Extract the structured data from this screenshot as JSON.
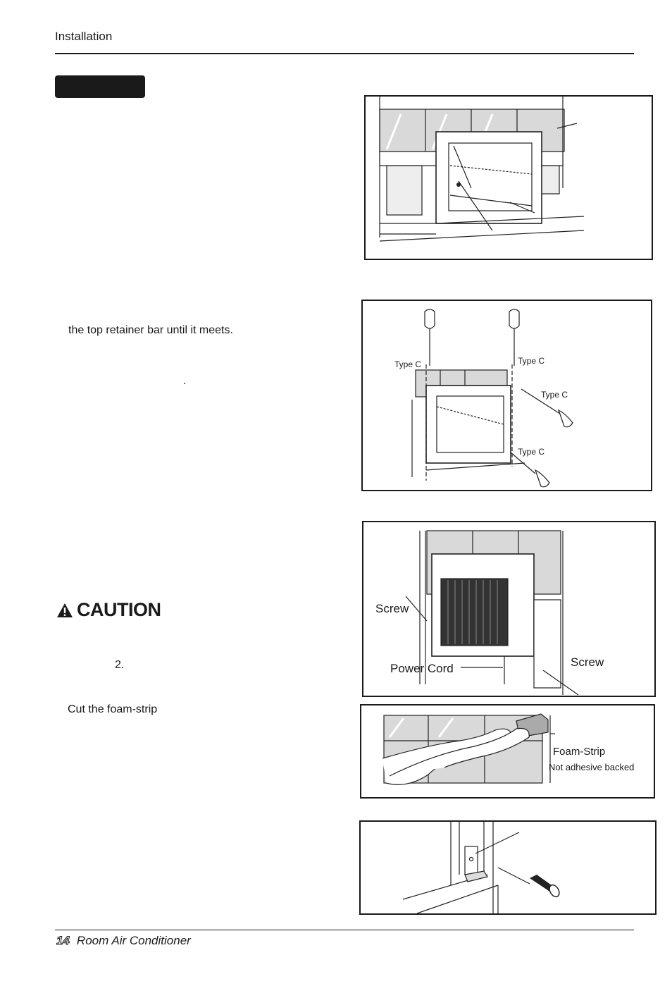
{
  "header": {
    "section": "Installation"
  },
  "steps": {
    "text_top_retainer": "the top retainer bar until it meets.",
    "text_period": ".",
    "caution_title": "CAUTION",
    "text_number_2": "2.",
    "text_cut_foam": "Cut the foam-strip"
  },
  "figures": {
    "fig2": {
      "label_tl": "Type C",
      "label_tr": "Type C",
      "label_mr": "Type C",
      "label_br": "Type C"
    },
    "fig3": {
      "label_screw_left": "Screw",
      "label_power_cord": "Power Cord",
      "label_screw_right": "Screw"
    },
    "fig4": {
      "label_foam": "Foam-Strip",
      "label_not_adhesive": "Not adhesive backed"
    }
  },
  "footer": {
    "page_number": "14",
    "title": "Room Air Conditioner"
  }
}
